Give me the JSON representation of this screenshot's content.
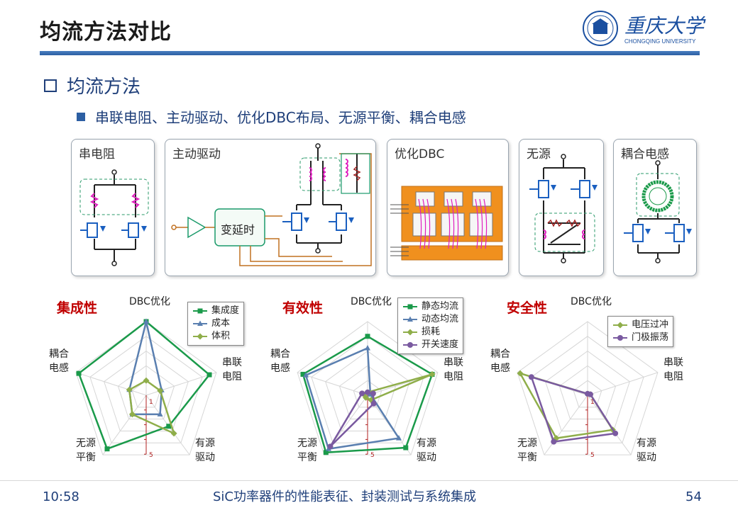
{
  "title": "均流方法对比",
  "logo": {
    "name_cn": "重庆大学",
    "name_en": "CHONGQING UNIVERSITY"
  },
  "heading": "均流方法",
  "subheading": "串联电阻、主动驱动、优化DBC布局、无源平衡、耦合电感",
  "panels": [
    {
      "label": "串电阻"
    },
    {
      "label": "主动驱动",
      "delay_box": "变延时"
    },
    {
      "label": "优化DBC"
    },
    {
      "label": "无源"
    },
    {
      "label": "耦合电感"
    }
  ],
  "axes": [
    "DBC优化",
    "串联电阻",
    "有源驱动",
    "无源平衡",
    "耦合电感"
  ],
  "axis_lines": {
    "DBC优化": [
      "DBC优化"
    ],
    "串联电阻": [
      "串联",
      "电阻"
    ],
    "有源驱动": [
      "有源",
      "驱动"
    ],
    "无源平衡": [
      "无源",
      "平衡"
    ],
    "耦合电感": [
      "耦合",
      "电感"
    ]
  },
  "scale_labels": [
    "1",
    "5"
  ],
  "chart_data": [
    {
      "type": "radar",
      "title": "集成性",
      "categories": [
        "DBC优化",
        "串联电阻",
        "有源驱动",
        "无源平衡",
        "耦合电感"
      ],
      "scale": [
        1,
        5
      ],
      "series": [
        {
          "name": "集成度",
          "color": "#1a9a4a",
          "marker": "square",
          "values": [
            5,
            4.5,
            2.6,
            4.5,
            4.8
          ]
        },
        {
          "name": "成本",
          "color": "#5a7fb0",
          "marker": "triangle",
          "values": [
            5,
            1.1,
            1.6,
            1.6,
            1.2
          ]
        },
        {
          "name": "体积",
          "color": "#8fae4a",
          "marker": "diamond",
          "values": [
            1,
            1,
            3.2,
            1.6,
            1.2
          ]
        }
      ]
    },
    {
      "type": "radar",
      "title": "有效性",
      "categories": [
        "DBC优化",
        "串联电阻",
        "有源驱动",
        "无源平衡",
        "耦合电感"
      ],
      "scale": [
        1,
        5
      ],
      "series": [
        {
          "name": "静态均流",
          "color": "#1a9a4a",
          "marker": "square",
          "values": [
            4,
            4.6,
            4.4,
            4.8,
            4.6
          ]
        },
        {
          "name": "动态均流",
          "color": "#5a7fb0",
          "marker": "triangle",
          "values": [
            3.2,
            0.2,
            3.6,
            4.5,
            4.4
          ]
        },
        {
          "name": "损耗",
          "color": "#8fae4a",
          "marker": "diamond",
          "values": [
            0.2,
            4.6,
            0.4,
            0.2,
            0.3
          ]
        },
        {
          "name": "开关速度",
          "color": "#7a5aa0",
          "marker": "circle",
          "values": [
            0.2,
            0.4,
            0.7,
            4.3,
            0.4
          ]
        }
      ]
    },
    {
      "type": "radar",
      "title": "安全性",
      "categories": [
        "DBC优化",
        "串联电阻",
        "有源驱动",
        "无源平衡",
        "耦合电感"
      ],
      "scale": [
        1,
        5
      ],
      "series": [
        {
          "name": "电压过冲",
          "color": "#8fae4a",
          "marker": "diamond",
          "values": [
            0.1,
            0.2,
            2.9,
            3.6,
            4.8
          ]
        },
        {
          "name": "门极振荡",
          "color": "#7a5aa0",
          "marker": "circle",
          "values": [
            0.1,
            0.2,
            3.2,
            3.9,
            4
          ]
        }
      ]
    }
  ],
  "footer": {
    "time": "10:58",
    "center": "SiC功率器件的性能表征、封装测试与系统集成",
    "page": "54"
  }
}
